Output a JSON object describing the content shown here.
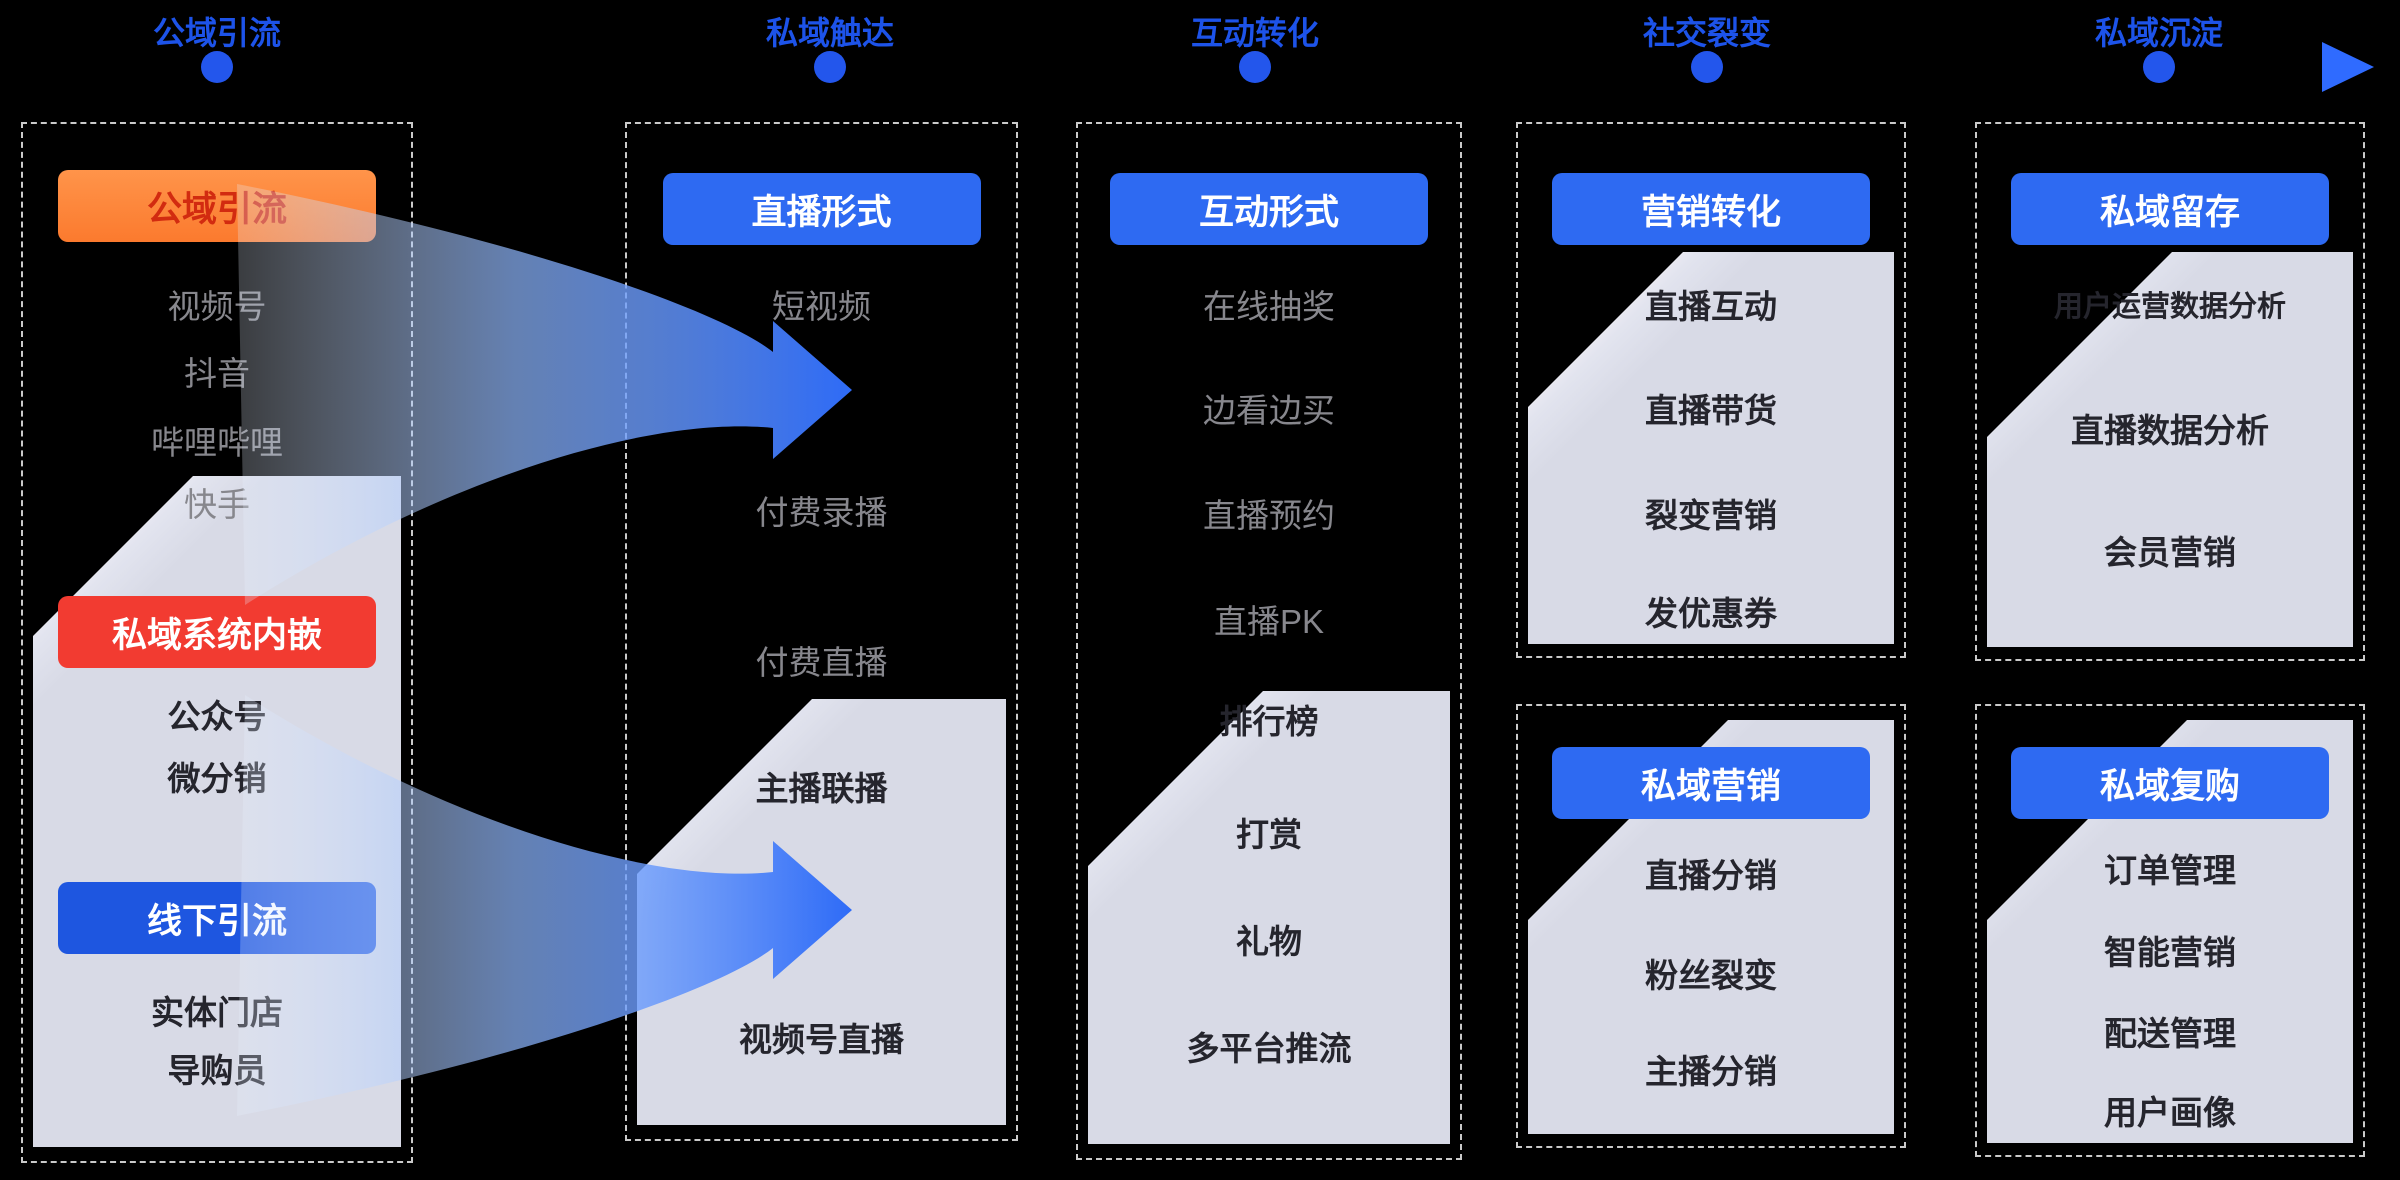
{
  "timeline": {
    "stages": [
      "公域引流",
      "私域触达",
      "互动转化",
      "社交裂变",
      "私域沉淀"
    ]
  },
  "columns": [
    {
      "name": "公域引流",
      "groups": [
        {
          "header": "公域引流",
          "items": [
            "视频号",
            "抖音",
            "哔哩哔哩",
            "快手"
          ]
        },
        {
          "header": "私域系统内嵌",
          "items": [
            "公众号",
            "微分销"
          ]
        },
        {
          "header": "线下引流",
          "items": [
            "实体门店",
            "导购员"
          ]
        }
      ]
    },
    {
      "name": "私域触达",
      "groups": [
        {
          "header": "直播形式",
          "items": [
            "短视频",
            "付费录播",
            "付费直播",
            "主播联播",
            "视频号直播"
          ]
        }
      ]
    },
    {
      "name": "互动转化",
      "groups": [
        {
          "header": "互动形式",
          "items": [
            "在线抽奖",
            "边看边买",
            "直播预约",
            "直播PK",
            "排行榜",
            "打赏",
            "礼物",
            "多平台推流"
          ]
        }
      ]
    },
    {
      "name": "社交裂变",
      "groups": [
        {
          "header": "营销转化",
          "items": [
            "直播互动",
            "直播带货",
            "裂变营销",
            "发优惠券"
          ]
        },
        {
          "header": "私域营销",
          "items": [
            "直播分销",
            "粉丝裂变",
            "主播分销"
          ]
        }
      ]
    },
    {
      "name": "私域沉淀",
      "groups": [
        {
          "header": "私域留存",
          "items": [
            "用户运营数据分析",
            "直播数据分析",
            "会员营销"
          ]
        },
        {
          "header": "私域复购",
          "items": [
            "订单管理",
            "智能营销",
            "配送管理",
            "用户画像"
          ]
        }
      ]
    }
  ],
  "colors": {
    "background": "#000000",
    "timeline_blue": "#1d53e9",
    "header_blue": "#2e6af2",
    "offline_header_blue": "#1e56e0",
    "header_orange": "#fb7a2e",
    "header_orange_text": "#d22b10",
    "header_red": "#f23b31",
    "panel_bg": "#d8dae6",
    "arrow_blue": "#2e6bf7",
    "item_gray": "#87878d",
    "item_dark": "#25252d"
  }
}
